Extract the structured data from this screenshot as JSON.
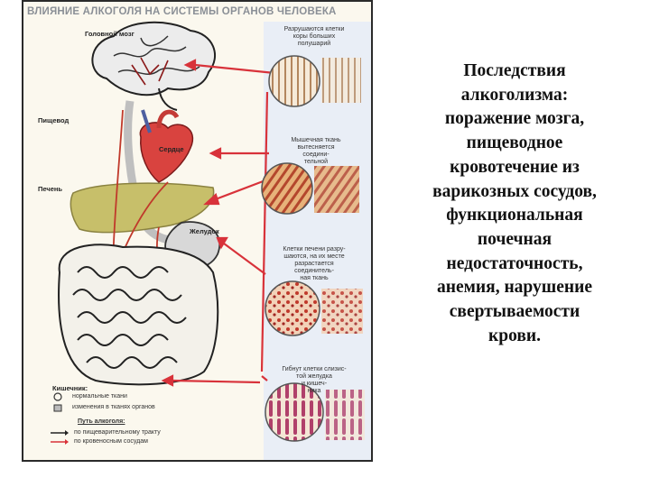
{
  "poster": {
    "title": "ВЛИЯНИЕ АЛКОГОЛЯ НА СИСТЕМЫ ОРГАНОВ ЧЕЛОВЕКА",
    "organs": {
      "brain": "Головной мозг",
      "esophagus": "Пищевод",
      "heart": "Сердце",
      "liver": "Печень",
      "stomach": "Желудок",
      "intestine": "Кишечник:"
    },
    "notes": {
      "brain": "Разрушаются клетки\nкоры больших\nполушарий",
      "heart": "Мышечная ткань\nвытесняется\nсоедини-\nтельной",
      "liver": "Клетки печени разру-\nшаются, на их месте\nразрастается\nсоединитель-\nная ткань",
      "stomach": "Гибнут клетки слизис-\nтой желудка\nи кишеч-\nника"
    },
    "legend": {
      "normal_tissue": "нормальные ткани",
      "changed_tissue": "изменения в тканях органов",
      "path_title": "Путь алкоголя:",
      "digestive": "по пищеварительному тракту",
      "blood": "по кровеносным сосудам"
    },
    "colors": {
      "arrow": "#d8323a",
      "liver": "#c7bf6a",
      "heart": "#d9433f",
      "panel": "#e9eef6"
    }
  },
  "caption": {
    "lines": [
      "Последствия",
      "алкоголизма:",
      "поражение мозга,",
      "пищеводное",
      "кровотечение из",
      "варикозных сосудов,",
      "функциональная",
      "почечная",
      "недостаточность,",
      "анемия, нарушение",
      "свертываемости",
      "крови."
    ]
  }
}
